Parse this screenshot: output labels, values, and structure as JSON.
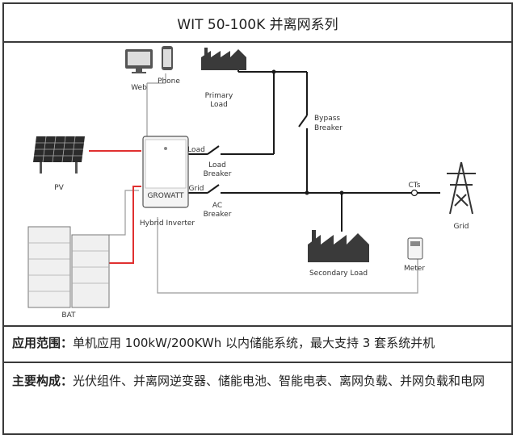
{
  "title": "WIT 50-100K 并离网系列",
  "diagram": {
    "web": "Web",
    "phone": "Phone",
    "primary_load_l1": "Primary",
    "primary_load_l2": "Load",
    "bypass_l1": "Bypass",
    "bypass_l2": "Breaker",
    "pv": "PV",
    "load_port": "Load",
    "load_breaker_l1": "Load",
    "load_breaker_l2": "Breaker",
    "grid_port": "Grid",
    "ac_breaker_l1": "AC",
    "ac_breaker_l2": "Breaker",
    "cts": "CTs",
    "grid": "Grid",
    "hybrid_inverter": "Hybrid Inverter",
    "bat": "BAT",
    "secondary_load": "Secondary Load",
    "meter": "Meter",
    "inverter_brand": "GROWATT",
    "colors": {
      "line": "#1a1a1a",
      "dc": "#e03030",
      "comm": "#9a9a9a"
    }
  },
  "application": {
    "label": "应用范围：",
    "text": "单机应用 100kW/200KWh 以内储能系统，最大支持 3 套系统并机"
  },
  "composition": {
    "label": "主要构成：",
    "text": "光伏组件、并离网逆变器、储能电池、智能电表、离网负载、并网负载和电网"
  }
}
